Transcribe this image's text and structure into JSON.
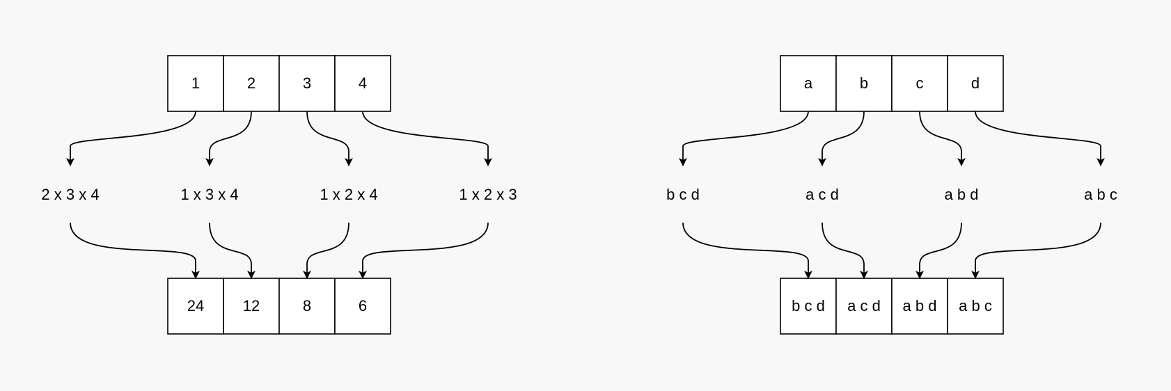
{
  "diagrams": [
    {
      "top_row": [
        "1",
        "2",
        "3",
        "4"
      ],
      "middle_labels": [
        "2 x 3 x 4",
        "1 x 3 x 4",
        "1 x 2 x 4",
        "1 x 2 x 3"
      ],
      "bottom_row": [
        "24",
        "12",
        "8",
        "6"
      ]
    },
    {
      "top_row": [
        "a",
        "b",
        "c",
        "d"
      ],
      "middle_labels": [
        "b c d",
        "a c d",
        "a b d",
        "a b c"
      ],
      "bottom_row": [
        "b c d",
        "a c d",
        "a b d",
        "a b c"
      ]
    }
  ]
}
